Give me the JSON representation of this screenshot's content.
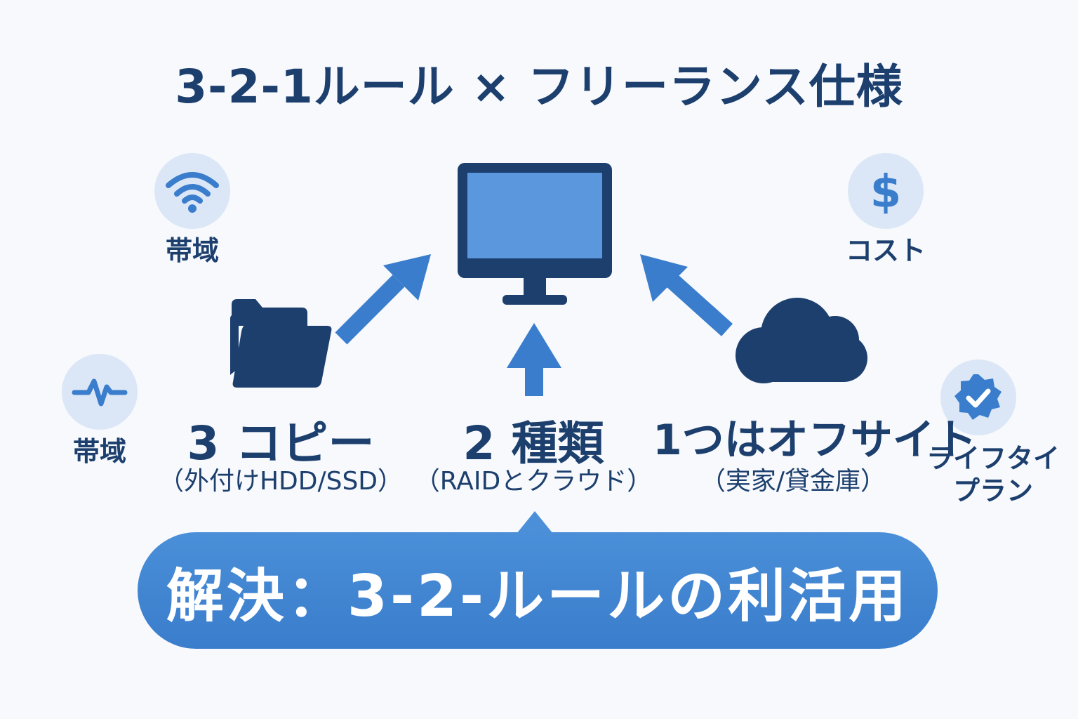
{
  "title": "3-2-1ルール × フリーランス仕様",
  "side_items": {
    "wifi_label": "帯域",
    "pulse_label": "帯域",
    "cost_label": "コスト",
    "lifetime_label_line1": "ライフタイ",
    "lifetime_label_line2": "プラン"
  },
  "columns": [
    {
      "title": "3 コピー",
      "subtitle": "（外付けHDD/SSD）",
      "icon": "folder-icon"
    },
    {
      "title": "2 種類",
      "subtitle": "（RAIDとクラウド）",
      "icon": "arrow-up-icon"
    },
    {
      "title": "1つはオフサイト",
      "subtitle": "（実家/貸金庫）",
      "icon": "cloud-icon"
    }
  ],
  "banner": {
    "text": "解決：3-2-ルールの利活用"
  },
  "icons": {
    "center": "monitor-icon",
    "top_left": "wifi-icon",
    "left": "pulse-icon",
    "top_right": "dollar-icon",
    "right": "verified-badge-icon"
  },
  "colors": {
    "navy": "#1c3f6e",
    "accent_blue": "#3a7dcc",
    "light_circle": "#dbe7f6",
    "screen_blue": "#5b97dc"
  }
}
